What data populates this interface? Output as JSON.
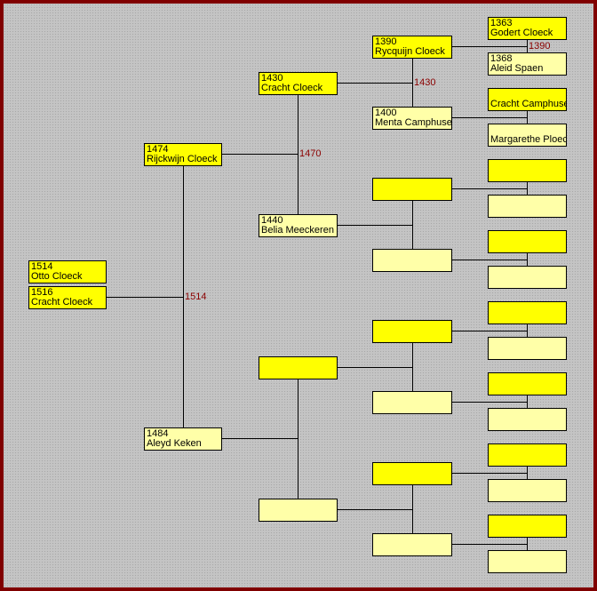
{
  "colors": {
    "male": "#ffff00",
    "female": "#ffffa8",
    "frame": "#800000",
    "marriage_label": "#8b0000"
  },
  "generations": [
    [
      {
        "year": "1514",
        "name": "Otto Cloeck"
      },
      {
        "year": "1516",
        "name": "Cracht Cloeck"
      }
    ],
    [
      {
        "year": "1474",
        "name": "Rijckwijn Cloeck"
      },
      {
        "year": "1484",
        "name": "Aleyd Keken"
      }
    ],
    [
      {
        "year": "1430",
        "name": "Cracht Cloeck"
      },
      {
        "year": "1440",
        "name": "Belia Meeckeren"
      },
      {
        "year": "",
        "name": ""
      },
      {
        "year": "",
        "name": ""
      }
    ],
    [
      {
        "year": "1390",
        "name": "Rycquijn Cloeck"
      },
      {
        "year": "1400",
        "name": "Menta Camphusen"
      },
      {
        "year": "",
        "name": ""
      },
      {
        "year": "",
        "name": ""
      },
      {
        "year": "",
        "name": ""
      },
      {
        "year": "",
        "name": ""
      },
      {
        "year": "",
        "name": ""
      },
      {
        "year": "",
        "name": ""
      }
    ],
    [
      {
        "year": "1363",
        "name": "Godert Cloeck"
      },
      {
        "year": "1368",
        "name": "Aleid Spaen"
      },
      {
        "year": "",
        "name": "Cracht Camphusen"
      },
      {
        "year": "",
        "name": "Margarethe Ploech"
      },
      {
        "year": "",
        "name": ""
      },
      {
        "year": "",
        "name": ""
      },
      {
        "year": "",
        "name": ""
      },
      {
        "year": "",
        "name": ""
      },
      {
        "year": "",
        "name": ""
      },
      {
        "year": "",
        "name": ""
      },
      {
        "year": "",
        "name": ""
      },
      {
        "year": "",
        "name": ""
      },
      {
        "year": "",
        "name": ""
      },
      {
        "year": "",
        "name": ""
      },
      {
        "year": "",
        "name": ""
      },
      {
        "year": "",
        "name": ""
      }
    ]
  ],
  "marriage_years": {
    "1": [
      "1514"
    ],
    "2": [
      "1470"
    ],
    "3": [
      "1430"
    ],
    "4": [
      "1390"
    ]
  }
}
